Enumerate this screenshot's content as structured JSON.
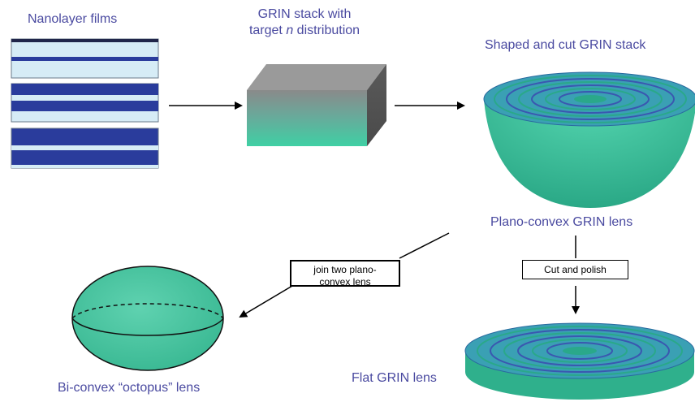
{
  "labels": {
    "nanolayer_films": "Nanolayer films",
    "grin_stack_line1": "GRIN stack with",
    "grin_stack_line2_prefix": "target ",
    "grin_stack_line2_italic": "n",
    "grin_stack_line2_suffix": " distribution",
    "shaped_cut": "Shaped and cut GRIN stack",
    "plano_convex": "Plano-convex GRIN lens",
    "cut_polish": "Cut and polish",
    "join_line1": "join two plano-",
    "join_line2": "convex lens",
    "bi_convex": "Bi-convex “octopus” lens",
    "flat_grin": "Flat GRIN lens"
  },
  "colors": {
    "label_text": "#4a4aa0",
    "dark_blue_layer": "#2a3c9c",
    "light_blue_layer": "#d6ecf6",
    "teal": "#3fc39e",
    "grey": "#7a7a7a"
  }
}
